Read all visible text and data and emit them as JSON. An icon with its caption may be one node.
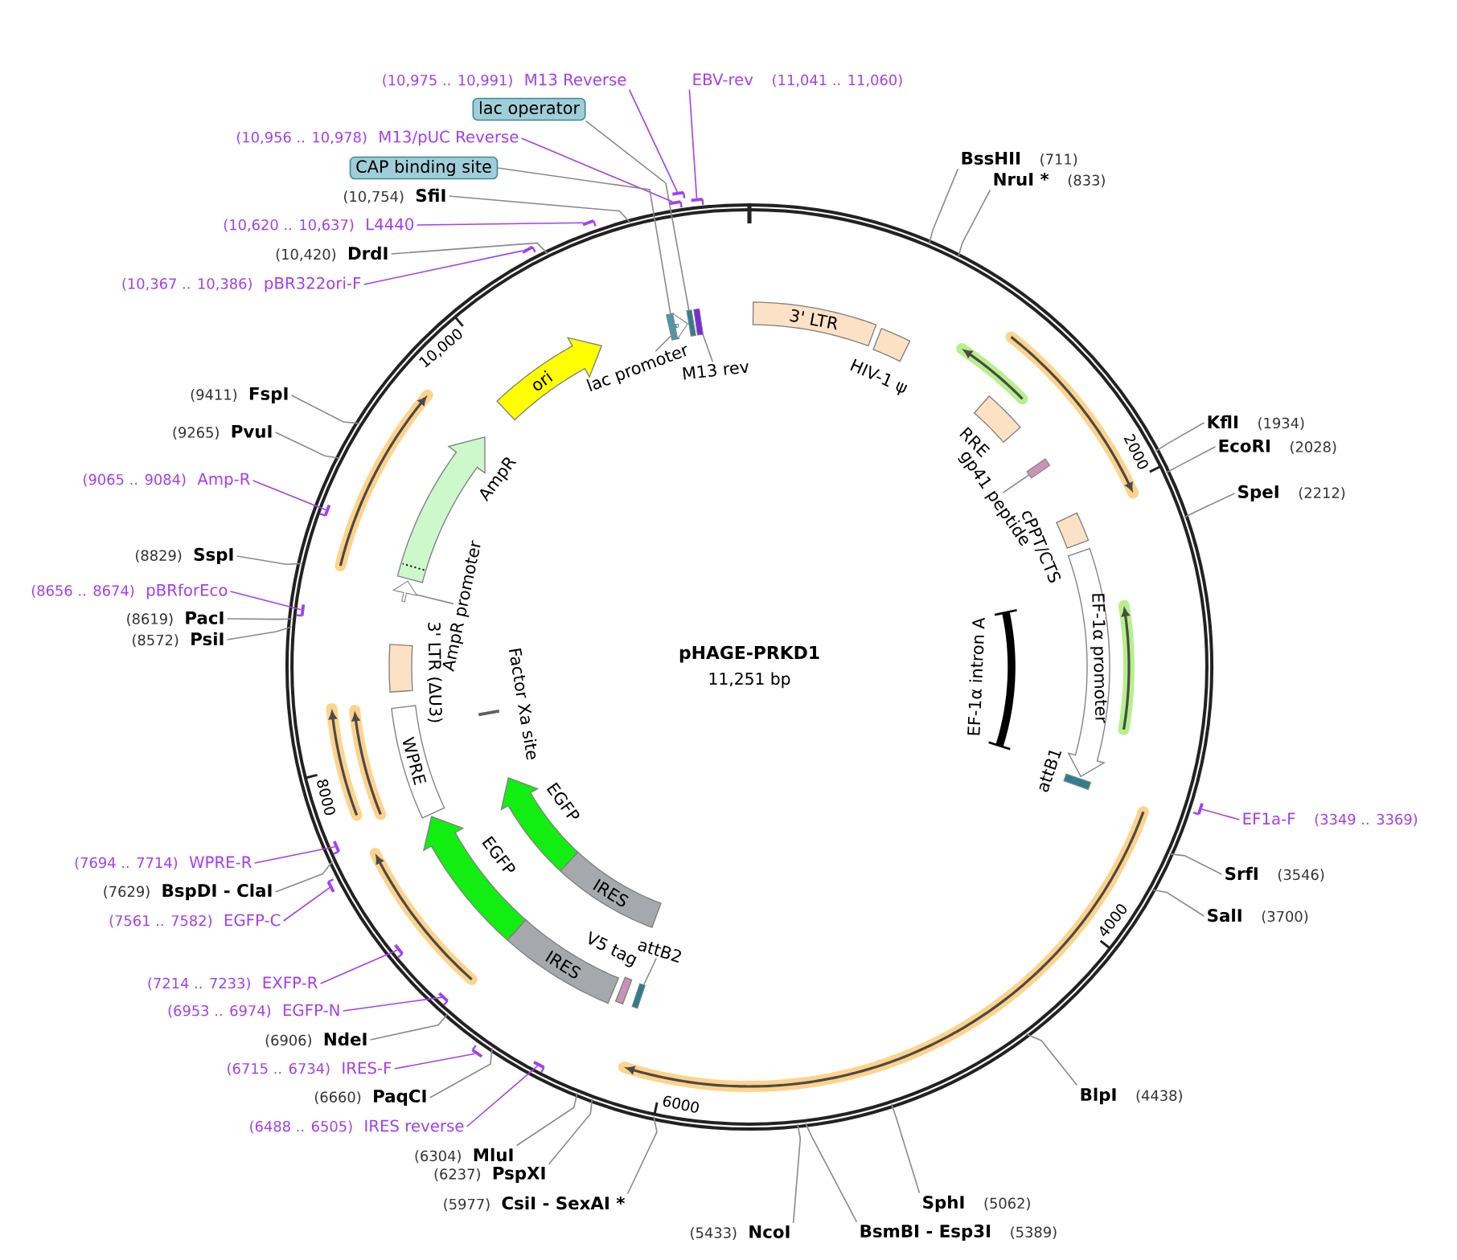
{
  "diagram": {
    "nodes": [
      {
        "text": [
          "pHAGE-PRKD1",
          "11,251 bp"
        ]
      },
      {
        "text": [
          "(10,975 .. 10,991)",
          "M13 Reverse"
        ]
      },
      {
        "text": [
          "EBV-rev",
          "(11,041 .. 11,060)"
        ]
      },
      {
        "text": [
          "lac operator"
        ]
      },
      {
        "text": [
          "(10,956 .. 10,978)",
          "M13/pUC Reverse"
        ]
      },
      {
        "text": [
          "CAP binding site"
        ]
      },
      {
        "text": [
          "(10,754)",
          "SfiI"
        ]
      },
      {
        "text": [
          "(10,620 .. 10,637)",
          "L4440"
        ]
      },
      {
        "text": [
          "(10,420)",
          "DrdI"
        ]
      },
      {
        "text": [
          "(10,367 .. 10,386)",
          "pBR322ori-F"
        ]
      },
      {
        "text": [
          "BssHII",
          "(711)"
        ]
      },
      {
        "text": [
          "NruI *",
          "(833)"
        ]
      },
      {
        "text": [
          "KflI",
          "(1934)"
        ]
      },
      {
        "text": [
          "EcoRI",
          "(2028)"
        ]
      },
      {
        "text": [
          "SpeI",
          "(2212)"
        ]
      },
      {
        "text": [
          "EF1a-F",
          "(3349 .. 3369)"
        ]
      },
      {
        "text": [
          "SrfI",
          "(3546)"
        ]
      },
      {
        "text": [
          "SalI",
          "(3700)"
        ]
      },
      {
        "text": [
          "BlpI",
          "(4438)"
        ]
      },
      {
        "text": [
          "SphI",
          "(5062)"
        ]
      },
      {
        "text": [
          "BsmBI - Esp3I",
          "(5389)"
        ]
      },
      {
        "text": [
          "(5433)",
          "NcoI"
        ]
      },
      {
        "text": [
          "(5977)",
          "CsiI - SexAI *"
        ]
      },
      {
        "text": [
          "(6237)",
          "PspXI"
        ]
      },
      {
        "text": [
          "(6304)",
          "MluI"
        ]
      },
      {
        "text": [
          "(6488 .. 6505)",
          "IRES reverse"
        ]
      },
      {
        "text": [
          "(6660)",
          "PaqCI"
        ]
      },
      {
        "text": [
          "(6715 .. 6734)",
          "IRES-F"
        ]
      },
      {
        "text": [
          "(6906)",
          "NdeI"
        ]
      },
      {
        "text": [
          "(6953 .. 6974)",
          "EGFP-N"
        ]
      },
      {
        "text": [
          "(7214 .. 7233)",
          "EXFP-R"
        ]
      },
      {
        "text": [
          "(7561 .. 7582)",
          "EGFP-C"
        ]
      },
      {
        "text": [
          "(7629)",
          "BspDI - ClaI"
        ]
      },
      {
        "text": [
          "(7694 .. 7714)",
          "WPRE-R"
        ]
      },
      {
        "text": [
          "(8572)",
          "PsiI"
        ]
      },
      {
        "text": [
          "(8619)",
          "PacI"
        ]
      },
      {
        "text": [
          "(8656 .. 8674)",
          "pBRforEco"
        ]
      },
      {
        "text": [
          "(8829)",
          "SspI"
        ]
      },
      {
        "text": [
          "(9065 .. 9084)",
          "Amp-R"
        ]
      },
      {
        "text": [
          "(9265)",
          "PvuI"
        ]
      },
      {
        "text": [
          "(9411)",
          "FspI"
        ]
      },
      {
        "text": [
          "3' LTR"
        ],
        "in": 0
      },
      {
        "text": [
          "HIV-1 ψ"
        ],
        "in": 0
      },
      {
        "text": [
          "RRE"
        ],
        "in": 0
      },
      {
        "text": [
          "gp41 peptide"
        ],
        "in": 0
      },
      {
        "text": [],
        "shape": "box",
        "in": 0
      },
      {
        "text": [
          "cPPT/CTS"
        ],
        "in": 0
      },
      {
        "text": [
          "EF-1α promoter"
        ],
        "in": 0
      },
      {
        "text": [
          "EF-1α intron A"
        ],
        "in": 0
      },
      {
        "text": [
          "attB1"
        ],
        "in": 0
      },
      {
        "text": [
          "attB2"
        ],
        "in": 0
      },
      {
        "text": [],
        "shape": "box",
        "in": 0
      },
      {
        "text": [
          "V5 tag"
        ],
        "in": 0
      },
      {
        "text": [
          "IRES"
        ],
        "in": 0
      },
      {
        "text": [
          "EGFP"
        ],
        "in": 0
      },
      {
        "text": [
          "IRES"
        ],
        "in": 0
      },
      {
        "text": [
          "EGFP"
        ],
        "in": 0
      },
      {
        "text": [
          "Factor Xa site"
        ],
        "in": 0
      },
      {
        "text": [
          "WPRE"
        ],
        "in": 0
      },
      {
        "text": [
          "3' LTR (ΔU3)"
        ],
        "in": 0
      },
      {
        "text": [
          "AmpR promoter"
        ],
        "in": 0
      },
      {
        "text": [],
        "shape": "arrow",
        "in": 0
      },
      {
        "text": [
          "AmpR"
        ],
        "in": 0
      },
      {
        "text": [
          "ori"
        ],
        "in": 0
      },
      {
        "text": [
          "lac promoter"
        ],
        "in": 0
      },
      {
        "text": [
          "M13 rev"
        ],
        "in": 0
      },
      {
        "text": [],
        "shape": "box",
        "in": 0
      },
      {
        "text": [],
        "shape": "arrow",
        "in": 0
      },
      {
        "text": [],
        "shape": "box",
        "in": 0
      },
      {
        "text": [],
        "shape": "box",
        "in": 0
      },
      {
        "text": [],
        "shape": "bar"
      },
      {
        "text": [],
        "shape": "bar"
      },
      {
        "text": [],
        "shape": "bar"
      },
      {
        "text": [],
        "shape": "bar"
      },
      {
        "text": [],
        "shape": "bar"
      },
      {
        "text": [],
        "shape": "bar"
      },
      {
        "text": [],
        "shape": "bar",
        "in": 0
      },
      {
        "text": [],
        "shape": "bar"
      },
      {
        "text": [],
        "shape": "bar",
        "in": 0
      },
      {
        "text": [],
        "shape": "bar",
        "in": 0
      },
      {
        "text": [],
        "shape": "bar"
      },
      {
        "text": [],
        "shape": "bar",
        "in": 0
      },
      {
        "text": [],
        "shape": "bar",
        "in": 0
      },
      {
        "text": [],
        "shape": "bar",
        "in": 0
      }
    ],
    "edges": [
      {
        "from": 1,
        "to": 70,
        "arrow": "none",
        "color": "#a33ef5"
      },
      {
        "from": 2,
        "to": 71,
        "arrow": "none",
        "color": "#a33ef5"
      },
      {
        "from": 3,
        "to": 68,
        "arrow": "none"
      },
      {
        "from": 4,
        "to": 72,
        "arrow": "none",
        "color": "#a33ef5"
      },
      {
        "from": 5,
        "to": 66,
        "arrow": "none"
      },
      {
        "from": 6,
        "to": 0,
        "arrow": "none"
      },
      {
        "from": 7,
        "to": 73,
        "arrow": "none",
        "color": "#a33ef5"
      },
      {
        "from": 8,
        "to": 0,
        "arrow": "none"
      },
      {
        "from": 9,
        "to": 74,
        "arrow": "none",
        "color": "#a33ef5"
      },
      {
        "from": 10,
        "to": 0,
        "arrow": "none"
      },
      {
        "from": 11,
        "to": 0,
        "arrow": "none"
      },
      {
        "from": 12,
        "to": 0,
        "arrow": "none"
      },
      {
        "from": 13,
        "to": 0,
        "arrow": "none"
      },
      {
        "from": 14,
        "to": 0,
        "arrow": "none"
      },
      {
        "from": 15,
        "to": 75,
        "arrow": "none",
        "color": "#a33ef5"
      },
      {
        "from": 16,
        "to": 0,
        "arrow": "none"
      },
      {
        "from": 17,
        "to": 0,
        "arrow": "none"
      },
      {
        "from": 18,
        "to": 0,
        "arrow": "none"
      },
      {
        "from": 19,
        "to": 0,
        "arrow": "none"
      },
      {
        "from": 20,
        "to": 0,
        "arrow": "none"
      },
      {
        "from": 21,
        "to": 0,
        "arrow": "none"
      },
      {
        "from": 22,
        "to": 0,
        "arrow": "none"
      },
      {
        "from": 23,
        "to": 0,
        "arrow": "none"
      },
      {
        "from": 24,
        "to": 0,
        "arrow": "none"
      },
      {
        "from": 25,
        "to": 76,
        "arrow": "none",
        "color": "#a33ef5"
      },
      {
        "from": 26,
        "to": 0,
        "arrow": "none"
      },
      {
        "from": 27,
        "to": 77,
        "arrow": "none",
        "color": "#a33ef5"
      },
      {
        "from": 28,
        "to": 0,
        "arrow": "none"
      },
      {
        "from": 29,
        "to": 78,
        "arrow": "none",
        "color": "#a33ef5"
      },
      {
        "from": 30,
        "to": 79,
        "arrow": "none",
        "color": "#a33ef5"
      },
      {
        "from": 31,
        "to": 80,
        "arrow": "none",
        "color": "#a33ef5"
      },
      {
        "from": 32,
        "to": 0,
        "arrow": "none"
      },
      {
        "from": 33,
        "to": 81,
        "arrow": "none",
        "color": "#a33ef5"
      },
      {
        "from": 34,
        "to": 0,
        "arrow": "none"
      },
      {
        "from": 35,
        "to": 0,
        "arrow": "none"
      },
      {
        "from": 36,
        "to": 82,
        "arrow": "none",
        "color": "#a33ef5"
      },
      {
        "from": 37,
        "to": 0,
        "arrow": "none"
      },
      {
        "from": 38,
        "to": 83,
        "arrow": "none",
        "color": "#a33ef5"
      },
      {
        "from": 39,
        "to": 0,
        "arrow": "none"
      },
      {
        "from": 40,
        "to": 0,
        "arrow": "none"
      },
      {
        "from": 44,
        "to": 45,
        "arrow": "none"
      },
      {
        "from": 50,
        "to": 51,
        "arrow": "none"
      },
      {
        "from": 60,
        "to": 61,
        "arrow": "none"
      },
      {
        "from": 64,
        "to": 67,
        "arrow": "none"
      },
      {
        "from": 65,
        "to": 69,
        "arrow": "none"
      }
    ],
    "labels": [
      "2000",
      "4000",
      "6000",
      "8000",
      "10,000"
    ]
  }
}
